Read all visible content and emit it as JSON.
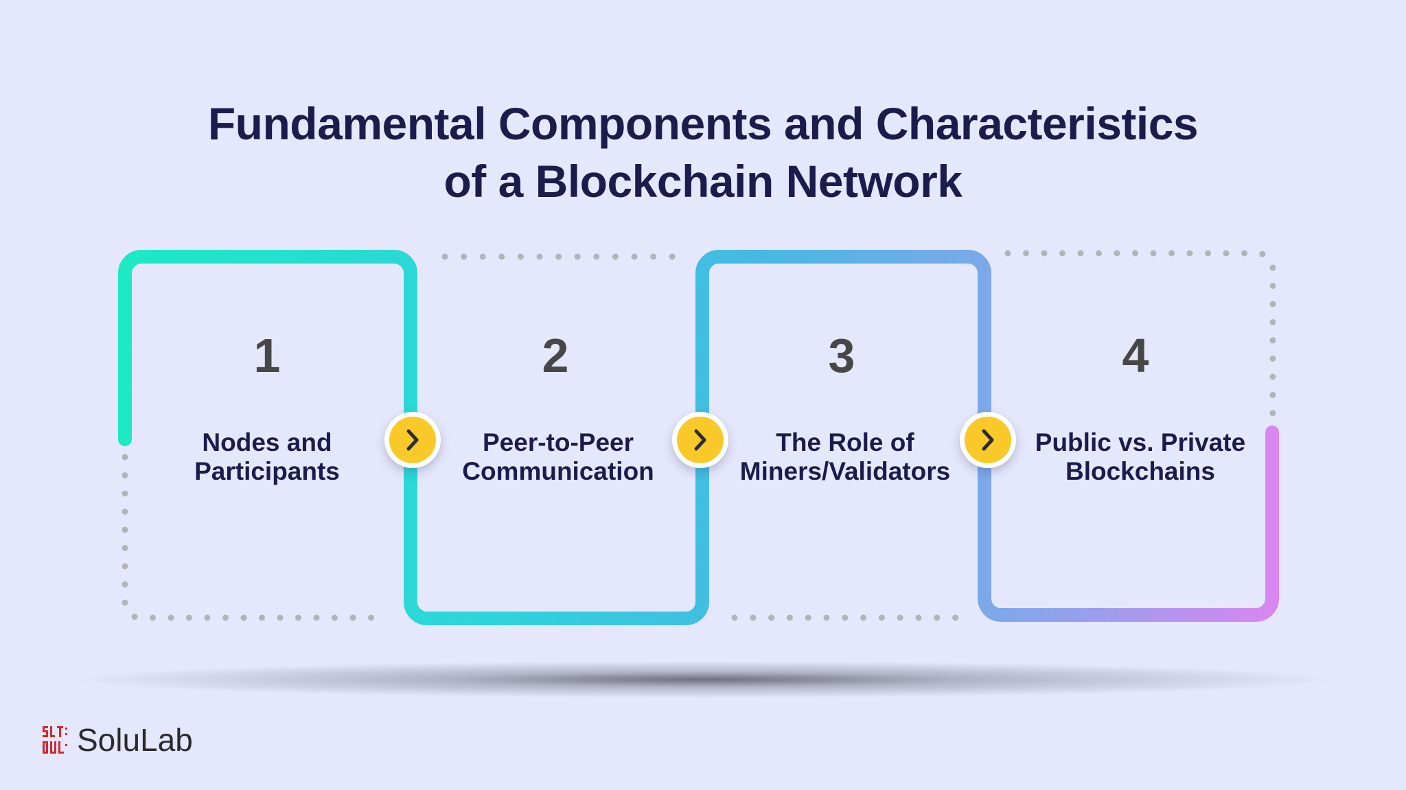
{
  "title": {
    "line1": "Fundamental Components and Characteristics",
    "line2": "of a Blockchain Network"
  },
  "steps": [
    {
      "number": "1",
      "label_line1": "Nodes and",
      "label_line2": "Participants"
    },
    {
      "number": "2",
      "label_line1": "Peer-to-Peer",
      "label_line2": "Communication"
    },
    {
      "number": "3",
      "label_line1": "The Role of",
      "label_line2": "Miners/Validators"
    },
    {
      "number": "4",
      "label_line1": "Public vs. Private",
      "label_line2": "Blockchains"
    }
  ],
  "connectors": [
    {
      "icon": "chevron-right-icon"
    },
    {
      "icon": "chevron-right-icon"
    },
    {
      "icon": "chevron-right-icon"
    }
  ],
  "colors": {
    "gradient_start": "#1de9c4",
    "gradient_mid": "#3fc2e2",
    "gradient_blue": "#8aa4ec",
    "gradient_end": "#d886f2",
    "dotted": "#b3b3b8",
    "arrow_fill": "#f8c928",
    "title": "#1c1c4c"
  },
  "logo": {
    "text": "SoluLab",
    "icon": "solulab-logo-icon"
  }
}
